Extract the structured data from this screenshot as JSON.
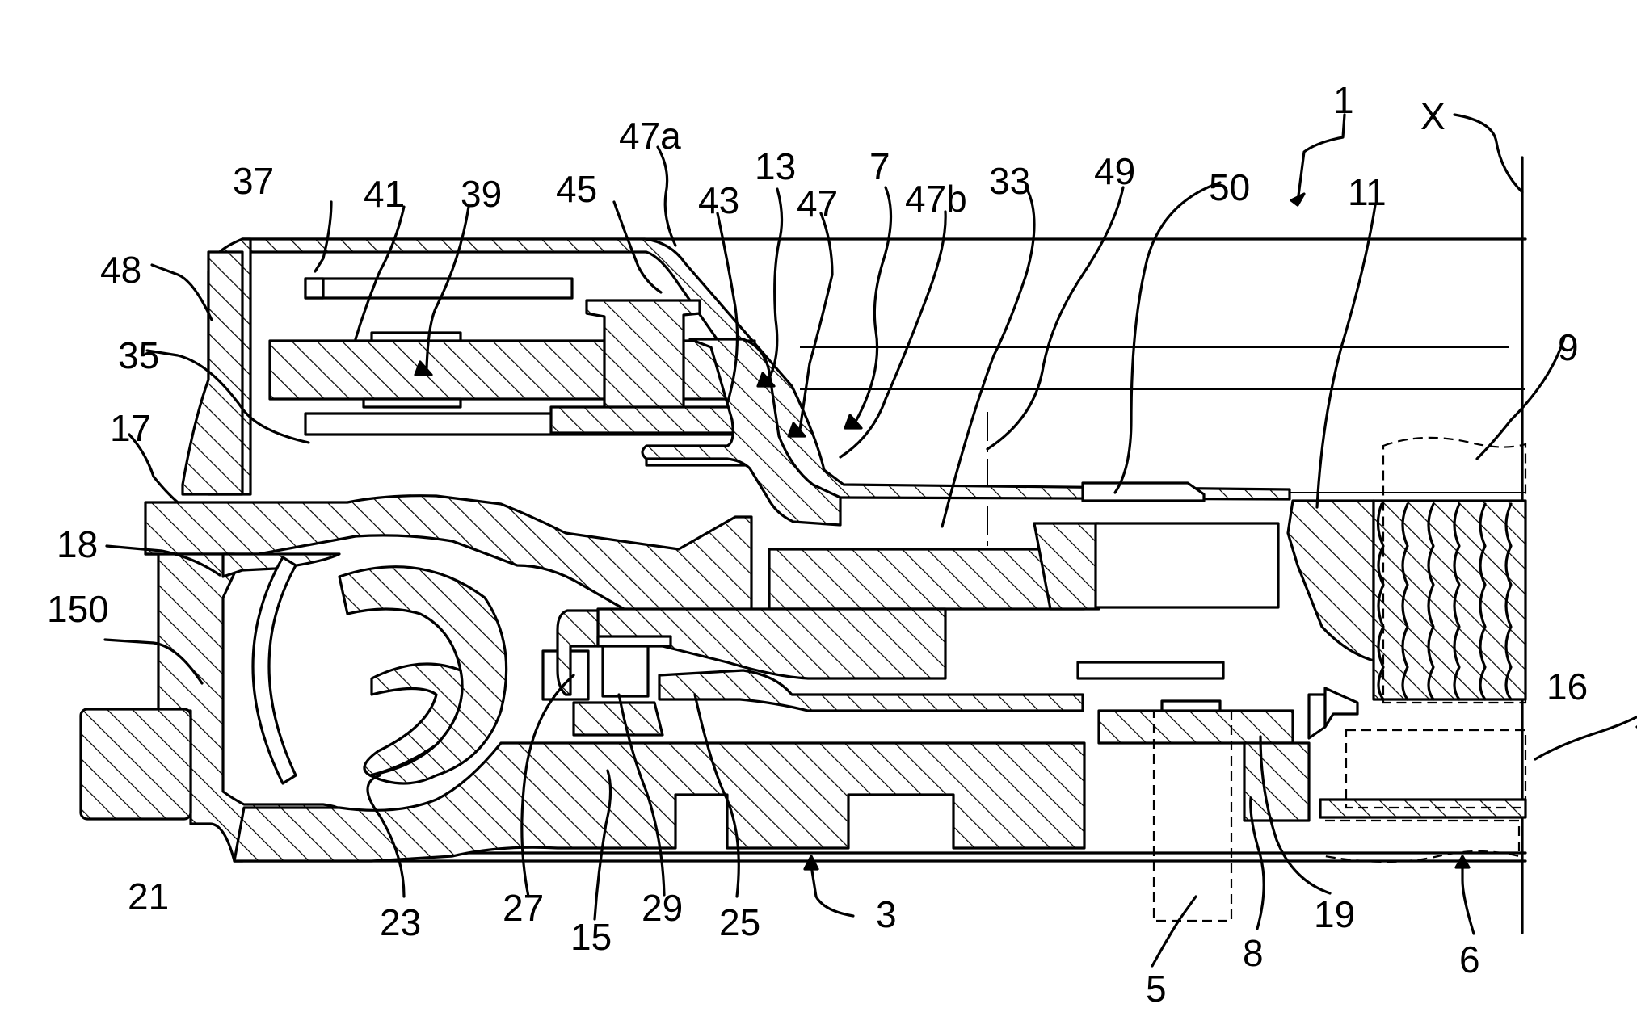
{
  "labels": {
    "l1": "1",
    "lX": "X",
    "l47a": "47a",
    "l13": "13",
    "l7": "7",
    "l47b": "47b",
    "l33": "33",
    "l49": "49",
    "l50": "50",
    "l11": "11",
    "l37": "37",
    "l41": "41",
    "l39": "39",
    "l45": "45",
    "l43": "43",
    "l47": "47",
    "l48": "48",
    "l35": "35",
    "l9": "9",
    "l17": "17",
    "l18": "18",
    "l150": "150",
    "l16": "16",
    "l21": "21",
    "l23": "23",
    "l27": "27",
    "l15": "15",
    "l29": "29",
    "l25": "25",
    "l3": "3",
    "l5": "5",
    "l8": "8",
    "l19": "19",
    "l6": "6"
  }
}
